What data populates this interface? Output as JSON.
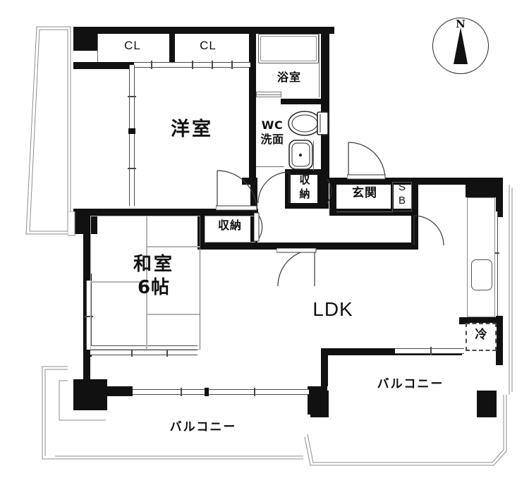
{
  "plan": {
    "type": "residential-floor-plan",
    "compass": {
      "label": "N",
      "direction": "up"
    },
    "rooms": [
      {
        "id": "closet-1",
        "label": "CL",
        "kind": "closet"
      },
      {
        "id": "closet-2",
        "label": "CL",
        "kind": "closet"
      },
      {
        "id": "western-room",
        "label": "洋室",
        "kind": "western-style-room"
      },
      {
        "id": "bathroom",
        "label": "浴室",
        "kind": "bath"
      },
      {
        "id": "wc-washroom",
        "label": "WC\n洗面",
        "kind": "toilet-washroom",
        "line1": "WC",
        "line2": "洗面"
      },
      {
        "id": "storage-1",
        "label": "収納",
        "kind": "storage"
      },
      {
        "id": "storage-2",
        "label": "収納",
        "kind": "storage"
      },
      {
        "id": "entrance",
        "label": "玄関",
        "kind": "entrance"
      },
      {
        "id": "shoe-box",
        "label": "SB",
        "kind": "shoe-box",
        "line1": "S",
        "line2": "B"
      },
      {
        "id": "japanese-room",
        "label": "和室",
        "kind": "tatami-room",
        "size": "6帖"
      },
      {
        "id": "ldk",
        "label": "LDK",
        "kind": "living-dining-kitchen"
      },
      {
        "id": "balcony-south",
        "label": "バルコニー",
        "kind": "balcony"
      },
      {
        "id": "balcony-east",
        "label": "バルコニー",
        "kind": "balcony"
      },
      {
        "id": "refrigerator",
        "label": "冷",
        "kind": "refrigerator-space"
      }
    ],
    "labels": {
      "closet_1": "CL",
      "closet_2": "CL",
      "western_room": "洋室",
      "bathroom": "浴室",
      "wc_line1": "WC",
      "wc_line2": "洗面",
      "storage_1_line1": "収",
      "storage_1_line2": "納",
      "storage_2": "収納",
      "entrance": "玄関",
      "shoebox_line1": "S",
      "shoebox_line2": "B",
      "japanese_room_name": "和室",
      "japanese_room_size": "6帖",
      "ldk": "LDK",
      "balcony_south": "バルコニー",
      "balcony_east": "バルコニー",
      "refrigerator": "冷",
      "compass_north": "N"
    },
    "colors": {
      "wall": "#111111",
      "thin_line": "#8e8e8e",
      "window_line": "#4a4a4a",
      "background": "#ffffff",
      "text": "#111111"
    },
    "fixtures": [
      {
        "id": "bathtub",
        "name": "bathtub"
      },
      {
        "id": "toilet",
        "name": "toilet"
      },
      {
        "id": "washbasin",
        "name": "washbasin"
      },
      {
        "id": "kitchen-sink",
        "name": "kitchen-sink"
      },
      {
        "id": "fridge-space",
        "name": "refrigerator-space"
      }
    ]
  }
}
